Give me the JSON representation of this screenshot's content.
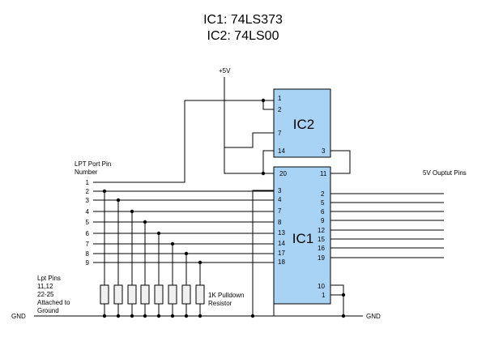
{
  "title": {
    "line1": "IC1: 74LS373",
    "line2": "IC2: 74LS00"
  },
  "ic1": {
    "name": "IC1",
    "pin_vcc": "20",
    "pin_oc": "1",
    "pin_latch": "11",
    "pin_gnd": "10",
    "inputs": [
      "3",
      "4",
      "7",
      "8",
      "13",
      "14",
      "17",
      "18"
    ],
    "outputs": [
      "2",
      "5",
      "6",
      "9",
      "12",
      "15",
      "16",
      "19"
    ]
  },
  "ic2": {
    "name": "IC2",
    "pins": [
      "1",
      "2",
      "7",
      "14",
      "3"
    ]
  },
  "labels": {
    "vcc": "+5V",
    "lpt_header": [
      "LPT Port Pin",
      "Number"
    ],
    "lpt_pins": [
      "1",
      "2",
      "3",
      "4",
      "5",
      "6",
      "7",
      "8",
      "9"
    ],
    "outputs_header": "5V Ouptut Pins",
    "resistor": [
      "1K Pulldown",
      "Resistor"
    ],
    "ground_note": [
      "Lpt Pins",
      "11,12",
      "22-25",
      "Attached to",
      "Ground"
    ],
    "gnd_left": "GND",
    "gnd_right": "GND"
  },
  "colors": {
    "chip_fill": "#a9d3f5",
    "resistor_fill": "#f0f0f0"
  }
}
